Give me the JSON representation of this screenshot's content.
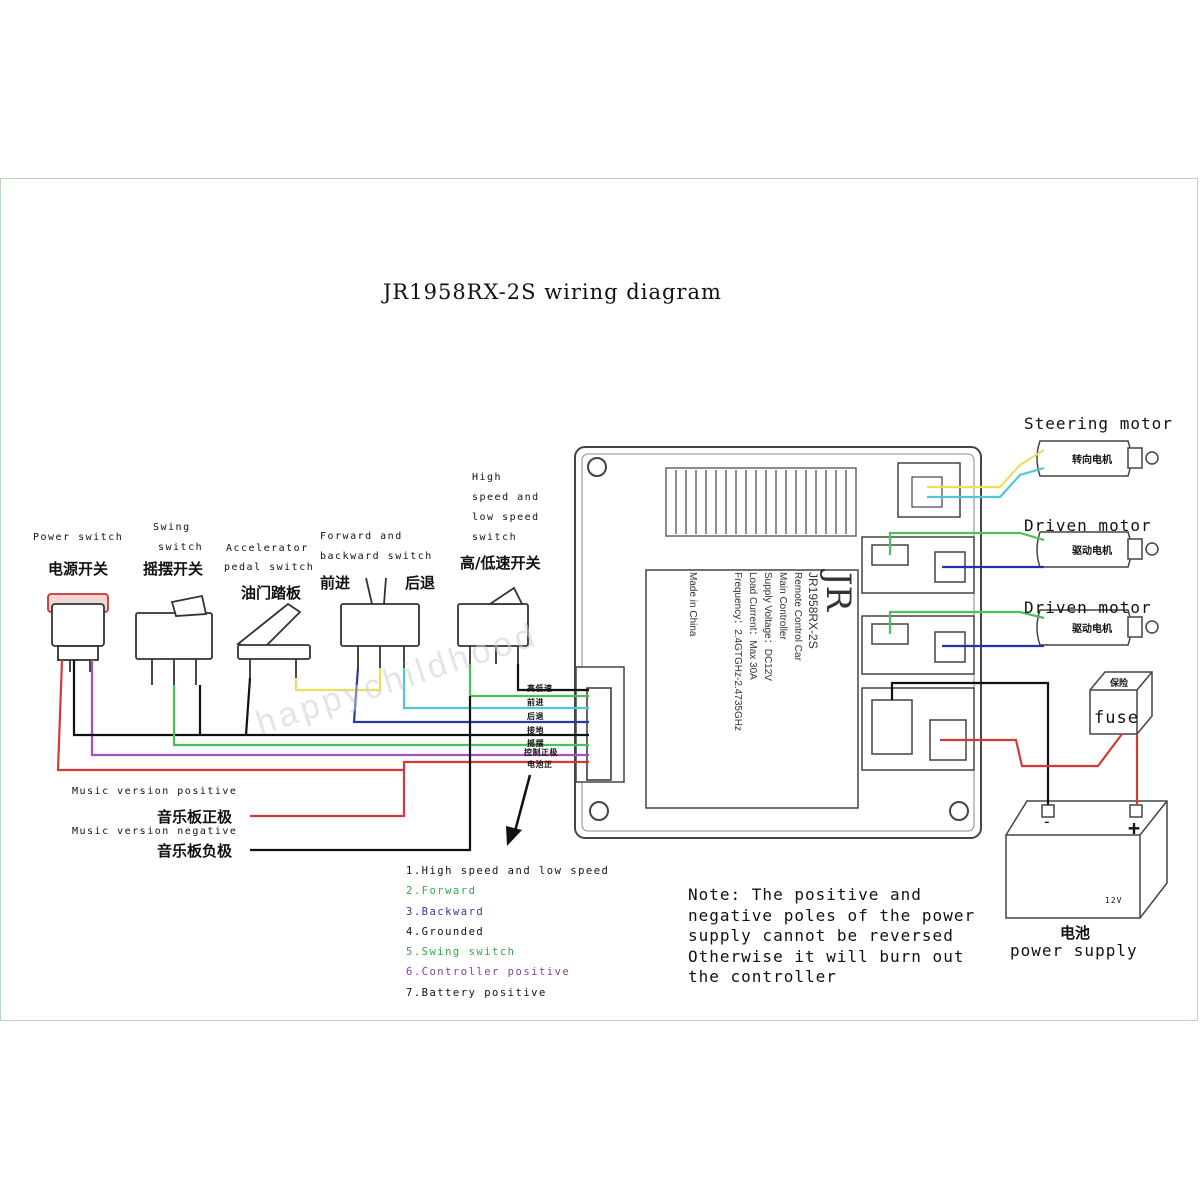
{
  "title": "JR1958RX-2S wiring diagram",
  "switches": {
    "power": {
      "en": "Power switch",
      "cn": "电源开关"
    },
    "swing": {
      "en_line1": "Swing",
      "en_line2": "switch",
      "cn": "摇摆开关"
    },
    "accelerator": {
      "en_line1": "Accelerator",
      "en_line2": "pedal switch",
      "cn": "油门踏板"
    },
    "forward_backward": {
      "en_line1": "Forward and",
      "en_line2": "backward switch",
      "cn_left": "前进",
      "cn_right": "后退"
    },
    "speed": {
      "en_line1": "High",
      "en_line2": "speed and",
      "en_line3": "low speed",
      "en_line4": "switch",
      "cn": "高/低速开关"
    }
  },
  "controller": {
    "logo": "JR",
    "model": "JR1958RX-2S",
    "subtitle1": "Remote Control Car",
    "subtitle2": "Main Controller",
    "voltage": "Supply Voltage：DC12V",
    "current": "Load Current：Max 30A",
    "frequency": "Frequency：2.4GTGHz-2.4735GHz",
    "origin": "Made in China"
  },
  "connector_pins": [
    "高低速",
    "前进",
    "后退",
    "接地",
    "摇摆",
    "控制正极",
    "电池正"
  ],
  "motors": {
    "steering": {
      "en": "Steering motor",
      "cn": "转向电机"
    },
    "driven1": {
      "en": "Driven motor",
      "cn": "驱动电机"
    },
    "driven2": {
      "en": "Driven motor",
      "cn": "驱动电机"
    }
  },
  "fuse": {
    "label": "fuse",
    "cn": "保险"
  },
  "battery": {
    "minus": "-",
    "plus": "+",
    "cn": "电池",
    "en": "power supply",
    "side": "12V"
  },
  "music": {
    "positive_en": "Music version positive",
    "positive_cn": "音乐板正极",
    "negative_en": "Music version negative",
    "negative_cn": "音乐板负极"
  },
  "legend": [
    "1.High speed and low speed",
    "2.Forward",
    "3.Backward",
    "4.Grounded",
    "5.Swing switch",
    "6.Controller positive",
    "7.Battery positive"
  ],
  "note": [
    "Note: The positive and",
    "negative poles of the power",
    "supply cannot be reversed",
    "Otherwise it will burn out",
    "the controller"
  ],
  "watermark": [
    "happychildhood"
  ],
  "colors": {
    "red": "#d23a3a",
    "purple": "#a64fc0",
    "green": "#4cc05a",
    "black": "#111111",
    "blue": "#2233aa",
    "cyan": "#4fc7d6",
    "yellow": "#e8e060"
  }
}
